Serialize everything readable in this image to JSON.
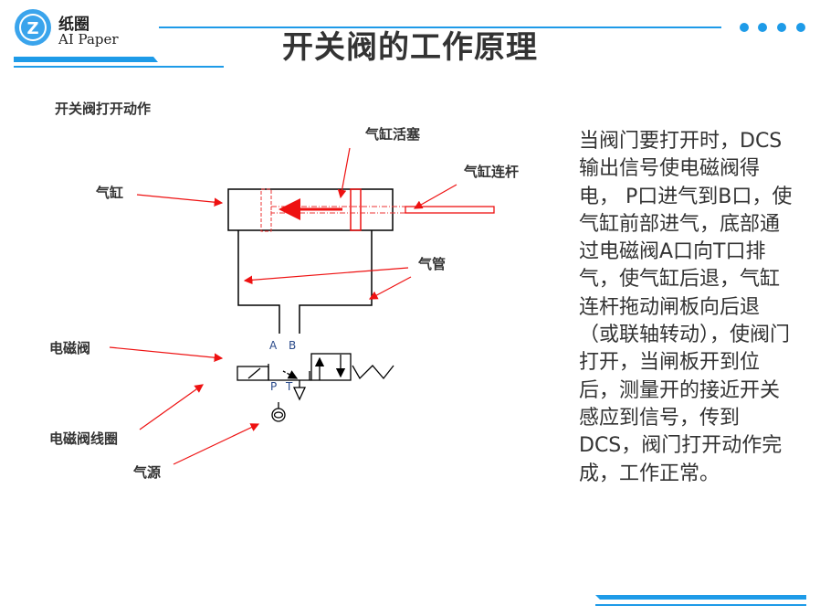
{
  "logo": {
    "cn": "纸圈",
    "en": "AI Paper",
    "mark": "Z"
  },
  "title": "开关阀的工作原理",
  "subtitle": "开关阀打开动作",
  "labels": {
    "cylinder": "气缸",
    "piston": "气缸活塞",
    "rod": "气缸连杆",
    "pipe": "气管",
    "solenoid": "电磁阀",
    "coil": "电磁阀线圈",
    "source": "气源"
  },
  "ports": {
    "a": "A",
    "b": "B",
    "p": "P",
    "t": "T"
  },
  "description": "当阀门要打开时，DCS输出信号使电磁阀得电， P口进气到B口，使气缸前部进气，底部通过电磁阀A口向T口排气，使气缸后退，气缸连杆拖动闸板向后退（或联轴转动），使阀门打开，当闸板开到位后，测量开的接近开关感应到信号，传到DCS，阀门打开动作完成，工作正常。",
  "colors": {
    "accent": "#1e9be8",
    "arrow": "#ee1111",
    "text": "#333333"
  }
}
